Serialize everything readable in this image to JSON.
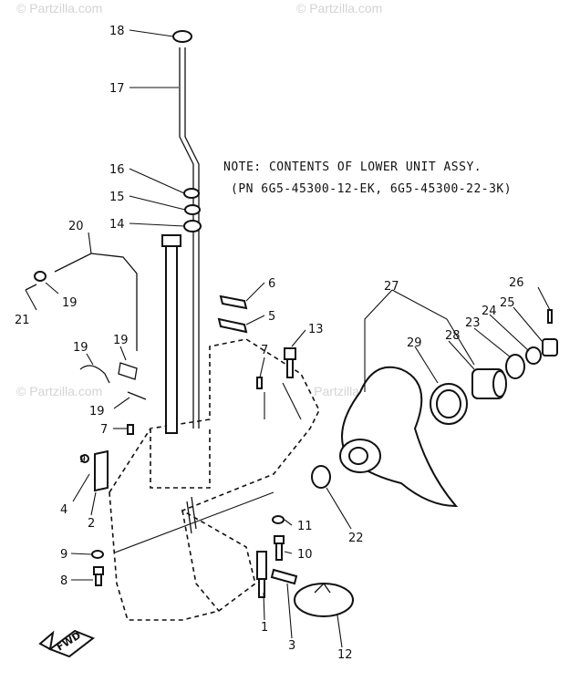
{
  "watermark": "© Partzilla.com",
  "note": {
    "line1": "NOTE: CONTENTS OF LOWER UNIT ASSY.",
    "line2": "(PN 6G5-45300-12-EK, 6G5-45300-22-3K)"
  },
  "fwd_label": "FWD",
  "callouts": {
    "c18": "18",
    "c17": "17",
    "c16": "16",
    "c15": "15",
    "c14": "14",
    "c20": "20",
    "c19a": "19",
    "c21": "21",
    "c19b": "19",
    "c19c": "19",
    "c19d": "19",
    "c6": "6",
    "c5": "5",
    "c13": "13",
    "c7a": "7",
    "c7b": "7",
    "c9a": "9",
    "c4": "4",
    "c2": "2",
    "c9b": "9",
    "c8": "8",
    "c27": "27",
    "c29": "29",
    "c28": "28",
    "c23": "23",
    "c24": "24",
    "c25": "25",
    "c26": "26",
    "c22": "22",
    "c11": "11",
    "c10": "10",
    "c1": "1",
    "c3": "3",
    "c12": "12"
  },
  "colors": {
    "line": "#111111",
    "watermark": "#d4d4d4",
    "background": "#ffffff"
  }
}
